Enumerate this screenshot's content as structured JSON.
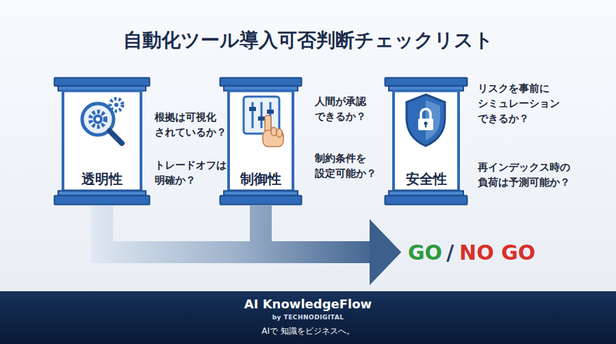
{
  "diagram": {
    "title": "自動化ツール導入可否判断チェックリスト",
    "nodes": [
      {
        "text": [
          "透明性",
          "根拠は可視化 されているか？",
          "トレードオフは 明確か？"
        ]
      },
      {
        "text": [
          "制御性",
          "人間が承認 できるか？",
          "制約条件を 設定可能か？"
        ]
      },
      {
        "text": [
          "安全性",
          "リスクを事前に シミュレーション できるか？",
          "再インデックス時の 負荷は予測可能か？"
        ]
      },
      {
        "text": [
          "GO",
          "/",
          "NO GO"
        ]
      },
      {
        "text": [
          "AI KnowledgeFlow",
          "by TECHNODIGITAL",
          "AIで 知識をビジネスへ。"
        ]
      }
    ],
    "edges": [
      {
        "from": 0,
        "to": 3,
        "arrow": "to"
      },
      {
        "from": 1,
        "to": 3,
        "arrow": "to"
      }
    ]
  }
}
